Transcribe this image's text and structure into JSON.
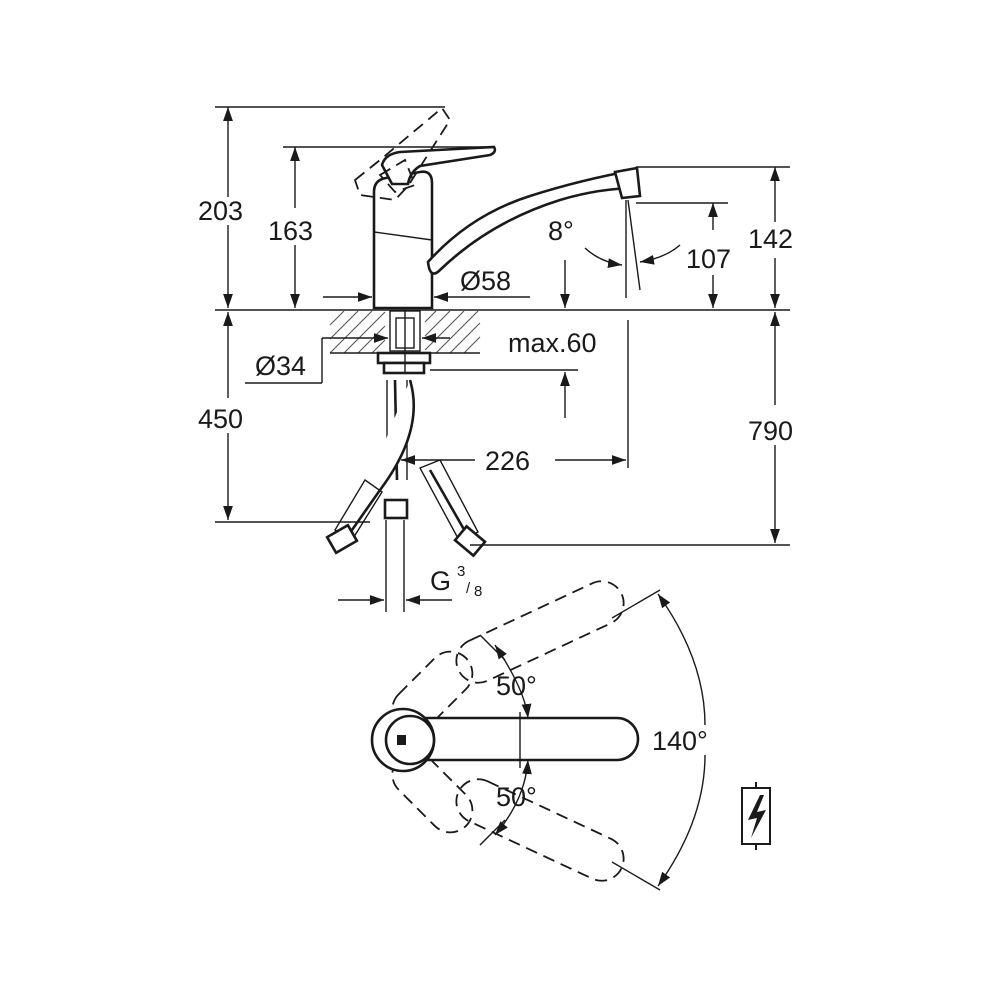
{
  "side_view": {
    "dim_203": "203",
    "dim_163": "163",
    "dim_142": "142",
    "dim_107": "107",
    "dim_8deg": "8°",
    "dim_d58": "Ø58",
    "dim_d34": "Ø34",
    "dim_max60": "max.60",
    "dim_450": "450",
    "dim_790": "790",
    "dim_226": "226",
    "thread_g": "G",
    "thread_num": "3",
    "thread_den": "8"
  },
  "top_view": {
    "angle_upper": "50°",
    "angle_lower": "50°",
    "angle_total": "140°"
  },
  "symbol": {
    "icon": "electric-shock-warning-icon"
  }
}
